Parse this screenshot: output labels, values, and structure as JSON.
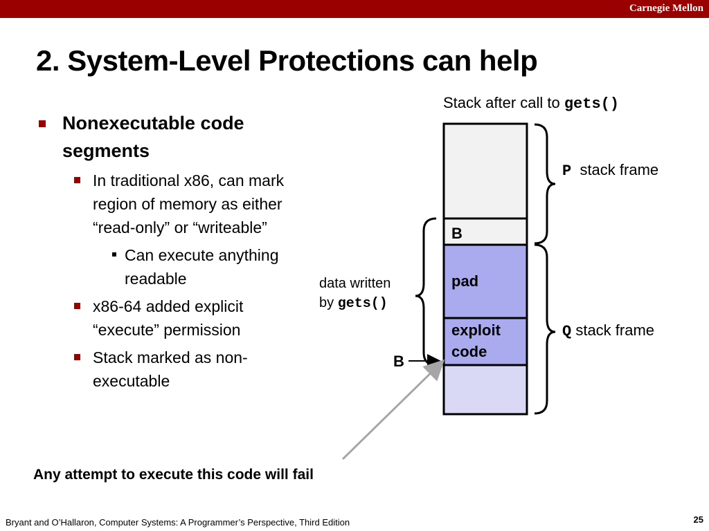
{
  "header": {
    "brand": "Carnegie Mellon"
  },
  "slide": {
    "title": "2. System-Level Protections can help",
    "bullets": {
      "main": [
        "Nonexecutable code",
        "segments"
      ],
      "sub1": [
        "In traditional x86, can mark",
        "region of memory as either",
        "“read-only” or “writeable”"
      ],
      "subsub1": [
        "Can execute anything",
        "readable"
      ],
      "sub2": [
        "x86-64 added  explicit",
        "“execute” permission"
      ],
      "sub3": [
        "Stack marked as non-",
        "executable"
      ]
    }
  },
  "diagram": {
    "caption_prefix": "Stack after call to ",
    "caption_code": "gets()",
    "cells": {
      "b": "B",
      "pad": "pad",
      "exploit": [
        "exploit",
        "code"
      ]
    },
    "p_frame_code": "P",
    "p_frame_text": "stack frame",
    "q_frame_code": "Q",
    "q_frame_text": "stack frame",
    "written_line1": "data written",
    "written_prefix": "by ",
    "written_code": "gets()",
    "pointer_label": "B",
    "colors": {
      "top_cell": "#f2f2f2",
      "b_cell": "#f2f2f2",
      "pad_cell": "#aaaaee",
      "exploit_cell": "#aaaaee",
      "bottom_cell": "#d9d9f5",
      "arrow": "#a6a6a6"
    }
  },
  "warning": "Any attempt to execute this code will fail",
  "footer": {
    "citation": "Bryant and O’Hallaron, Computer Systems: A Programmer’s Perspective, Third Edition",
    "page": "25"
  }
}
